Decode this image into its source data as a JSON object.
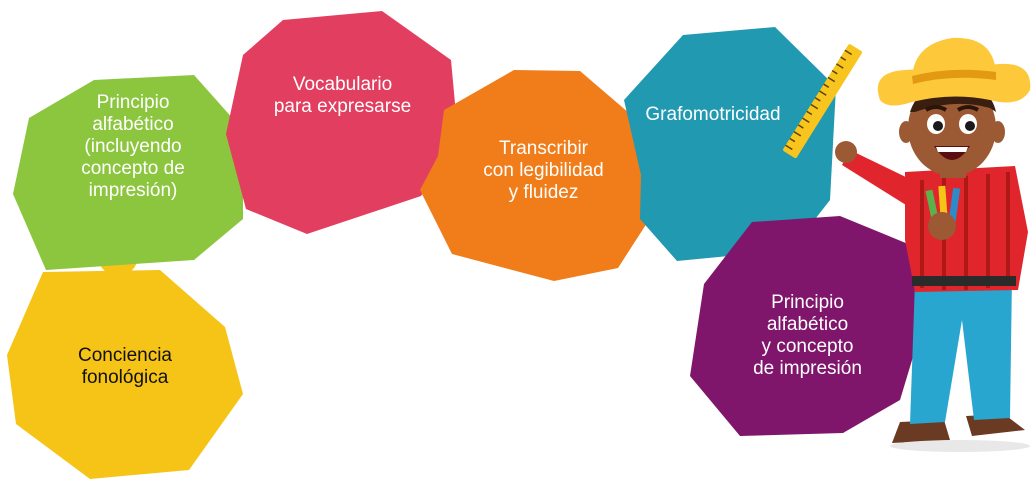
{
  "nodes": [
    {
      "id": "conciencia",
      "text": "Conciencia\nfonológica",
      "color": "#F6C416",
      "text_color": "dark"
    },
    {
      "id": "principio1",
      "text": "Principio\nalfabético\n(incluyendo\nconcepto de\nimpresión)",
      "color": "#8CC63F",
      "text_color": "light"
    },
    {
      "id": "vocabulario",
      "text": "Vocabulario\npara expresarse",
      "color": "#E23E5F",
      "text_color": "light"
    },
    {
      "id": "transcribir",
      "text": "Transcribir\ncon legibilidad\ny fluidez",
      "color": "#F07C1A",
      "text_color": "light"
    },
    {
      "id": "grafomotricidad",
      "text": "Grafomotricidad",
      "color": "#2099B1",
      "text_color": "light"
    },
    {
      "id": "principio2",
      "text": "Principio\nalfabético\ny concepto\nde impresión",
      "color": "#7F166B",
      "text_color": "light"
    }
  ],
  "figure": {
    "hat_color": "#FDC93A",
    "shirt_color": "#E0262C",
    "pants_color": "#29A6CF",
    "skin_color": "#9B5A34",
    "ruler_color": "#F8C51E"
  }
}
